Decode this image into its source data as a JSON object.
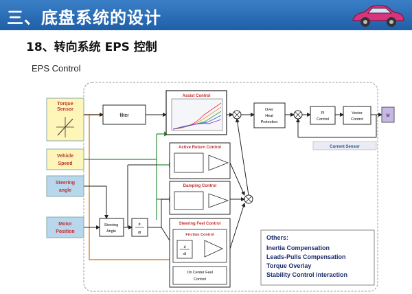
{
  "header": {
    "title": "三、底盘系统的设计"
  },
  "subtitle": "18、转向系统 EPS 控制",
  "eps_label": "EPS Control",
  "diagram": {
    "inputs": {
      "torque_sensor": [
        "Torque",
        "Sensor"
      ],
      "vehicle_speed": [
        "Vehicle",
        "Speed"
      ],
      "steering_angle": [
        "Steering",
        "angle"
      ],
      "motor_position": [
        "Motor",
        "Position"
      ]
    },
    "blocks": {
      "filter": "filter",
      "assist_control": "Assist Control",
      "active_return_control": "Active Return Control",
      "damping_control": "Damping Control",
      "steering_feel_control": "Steering Feel Control",
      "friction_control": "Friction Control",
      "on_center_feel_control": [
        "On Center Feel",
        "Control"
      ],
      "steering_angle_block": [
        "Steering",
        "Angle"
      ],
      "ddt_top": "d",
      "ddt_bottom": "dt",
      "over_heat_protection": [
        "Over",
        "Heat",
        "Protection"
      ],
      "pi_control": [
        "PI",
        "Control"
      ],
      "vector_control": [
        "Vector",
        "Control"
      ],
      "motor": "M",
      "current_sensor": "Current Sensor"
    },
    "others": {
      "title": "Others:",
      "items": [
        "Inertia Compensation",
        "Leads-Pulls Compensation",
        "Torque Overlay",
        "Stability Control interaction"
      ]
    }
  },
  "colors": {
    "header": "#2a6fb8",
    "input_yellow": "#fdf6b8",
    "input_blue": "#b8d6ec",
    "orange_line": "#d9822b",
    "green_line": "#2e8b3a",
    "dark_line": "#222222"
  }
}
